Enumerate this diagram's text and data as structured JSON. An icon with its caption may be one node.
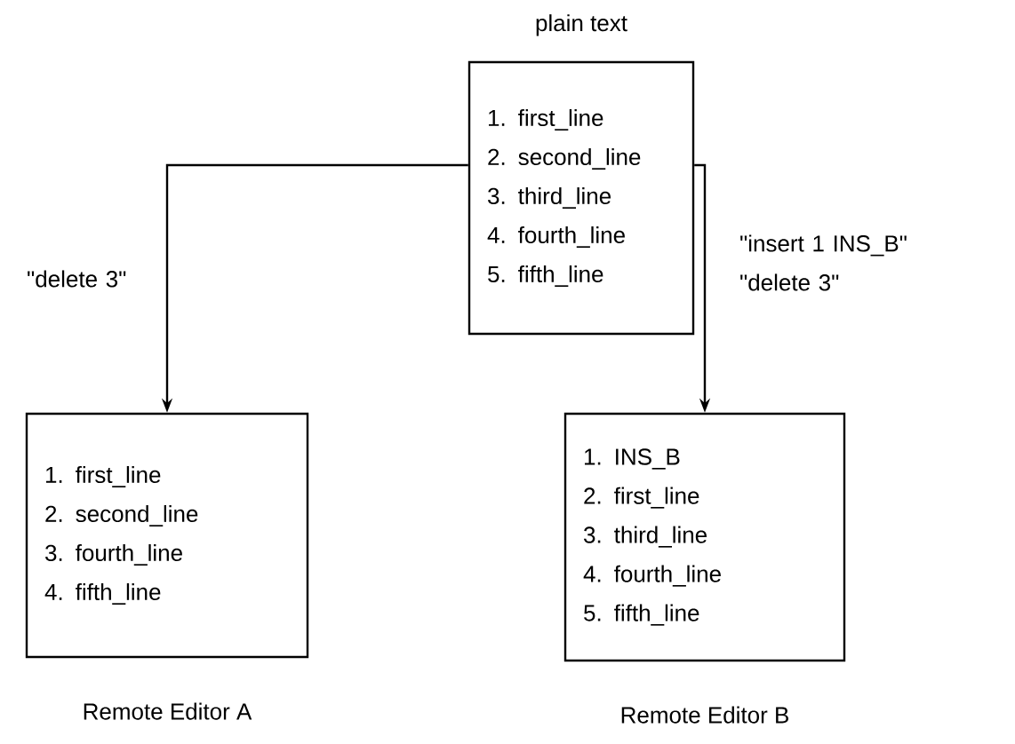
{
  "diagram": {
    "nodes": [
      {
        "text": [
          "1. first_line",
          "2. second_line",
          "3. third_line",
          "4. fourth_line",
          "5. fifth_line"
        ],
        "beside": [
          "plain text"
        ]
      },
      {
        "text": [
          "1. first_line",
          "2. second_line",
          "3. fourth_line",
          "4. fifth_line"
        ],
        "beside": [
          "Remote Editor A"
        ]
      },
      {
        "text": [
          "1. INS_B",
          "2. first_line",
          "3. third_line",
          "4. fourth_line",
          "5. fifth_line"
        ],
        "beside": [
          "Remote Editor B"
        ]
      }
    ],
    "edges": [
      {
        "from": 0,
        "to": 1,
        "arrow": "to",
        "label": "\"delete 3\""
      },
      {
        "from": 0,
        "to": 2,
        "arrow": "to",
        "label": "\"insert 1 INS_B\" \"delete 3\""
      }
    ]
  }
}
